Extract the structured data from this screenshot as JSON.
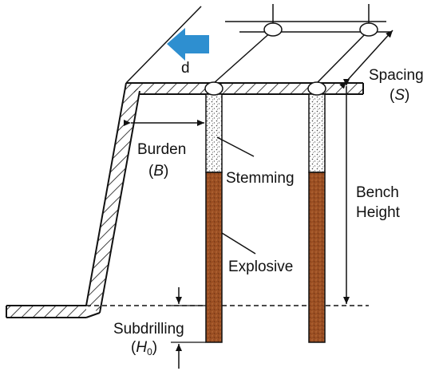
{
  "labels": {
    "direction": "d",
    "spacing": "Spacing",
    "spacing_open": "(",
    "spacing_symbol": "S",
    "spacing_close": ")",
    "burden": "Burden",
    "burden_open": "(",
    "burden_symbol": "B",
    "burden_close": ")",
    "stemming": "Stemming",
    "bench_line1": "Bench",
    "bench_line2": "Height",
    "explosive": "Explosive",
    "subdrilling": "Subdrilling",
    "subdrilling_open": "(",
    "subdrilling_symbol": "H",
    "subdrilling_subscript": "0",
    "subdrilling_close": ")"
  },
  "colors": {
    "line": "#111111",
    "arrow": "#2e8fd0",
    "explosive": "#9a4e22",
    "stemming": "#ffffff"
  }
}
